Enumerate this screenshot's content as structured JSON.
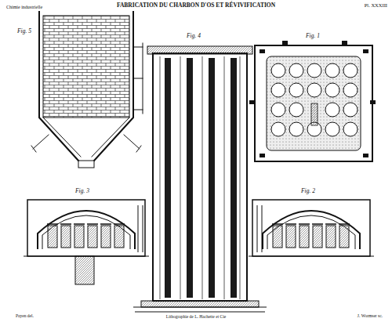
{
  "diagram": {
    "title": "FABRICATION DU CHARBON D'OS ET RÉVIVIFICATION",
    "labels": [
      "Chimie industrielle",
      "Pl. XXXIII",
      "Fig. 5",
      "Fig. 4",
      "Fig. 1",
      "Fig. 3",
      "Fig. 2",
      "Payen del.",
      "Lithographie de L. Hachette et Cie",
      "J. Wormser sc."
    ]
  }
}
